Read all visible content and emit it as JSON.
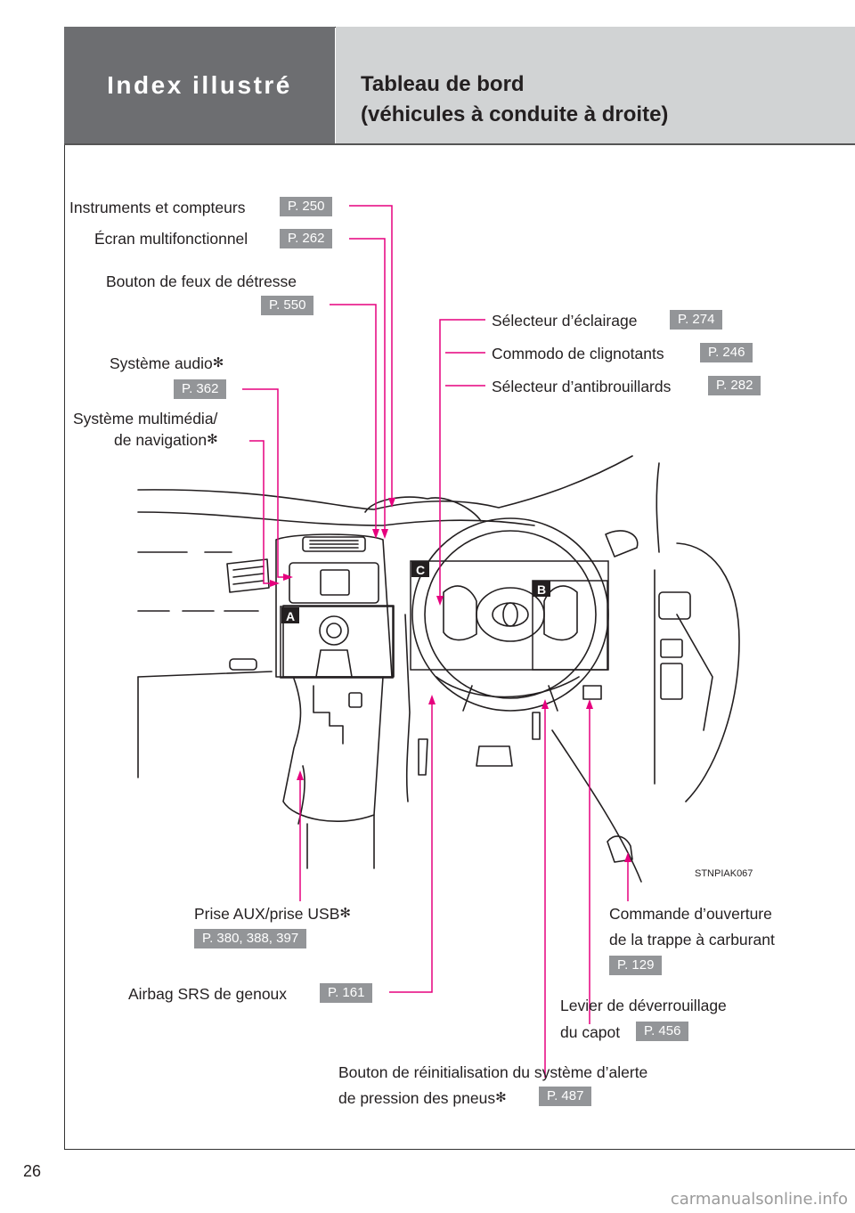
{
  "header": {
    "section": "Index illustré",
    "title_line1": "Tableau de bord",
    "title_line2": "(véhicules à conduite à droite)"
  },
  "callouts": {
    "instruments": {
      "label": "Instruments et compteurs",
      "page": "P. 250"
    },
    "ecran": {
      "label": "Écran multifonctionnel",
      "page": "P. 262"
    },
    "detresse": {
      "label": "Bouton de feux de détresse",
      "page": "P. 550"
    },
    "audio": {
      "label": "Système audio",
      "page": "P. 362"
    },
    "multimedia": {
      "label_line1": "Système multimédia/",
      "label_line2": "de navigation"
    },
    "eclairage": {
      "label": "Sélecteur d’éclairage",
      "page": "P. 274"
    },
    "clignotants": {
      "label": "Commodo de clignotants",
      "page": "P. 246"
    },
    "antibrouillards": {
      "label": "Sélecteur d’antibrouillards",
      "page": "P. 282"
    },
    "aux_usb": {
      "label": "Prise AUX/prise USB",
      "page": "P. 380, 388, 397"
    },
    "airbag": {
      "label": "Airbag SRS de genoux",
      "page": "P. 161"
    },
    "trappe": {
      "label_line1": "Commande d’ouverture",
      "label_line2": "de la trappe à carburant",
      "page": "P. 129"
    },
    "capot": {
      "label_line1": "Levier de déverrouillage",
      "label_line2": "du capot",
      "page": "P. 456"
    },
    "pneus": {
      "label_line1": "Bouton de réinitialisation du système d’alerte",
      "label_line2": "de pression des pneus",
      "page": "P. 487"
    }
  },
  "illustration": {
    "code": "STNPIAK067",
    "markers": [
      "A",
      "B",
      "C"
    ]
  },
  "page_number": "26",
  "footer": "carmanualsonline.info",
  "colors": {
    "leader": "#e6007e",
    "badge": "#939598",
    "header_dark": "#6d6e71",
    "header_light": "#d1d3d4"
  }
}
